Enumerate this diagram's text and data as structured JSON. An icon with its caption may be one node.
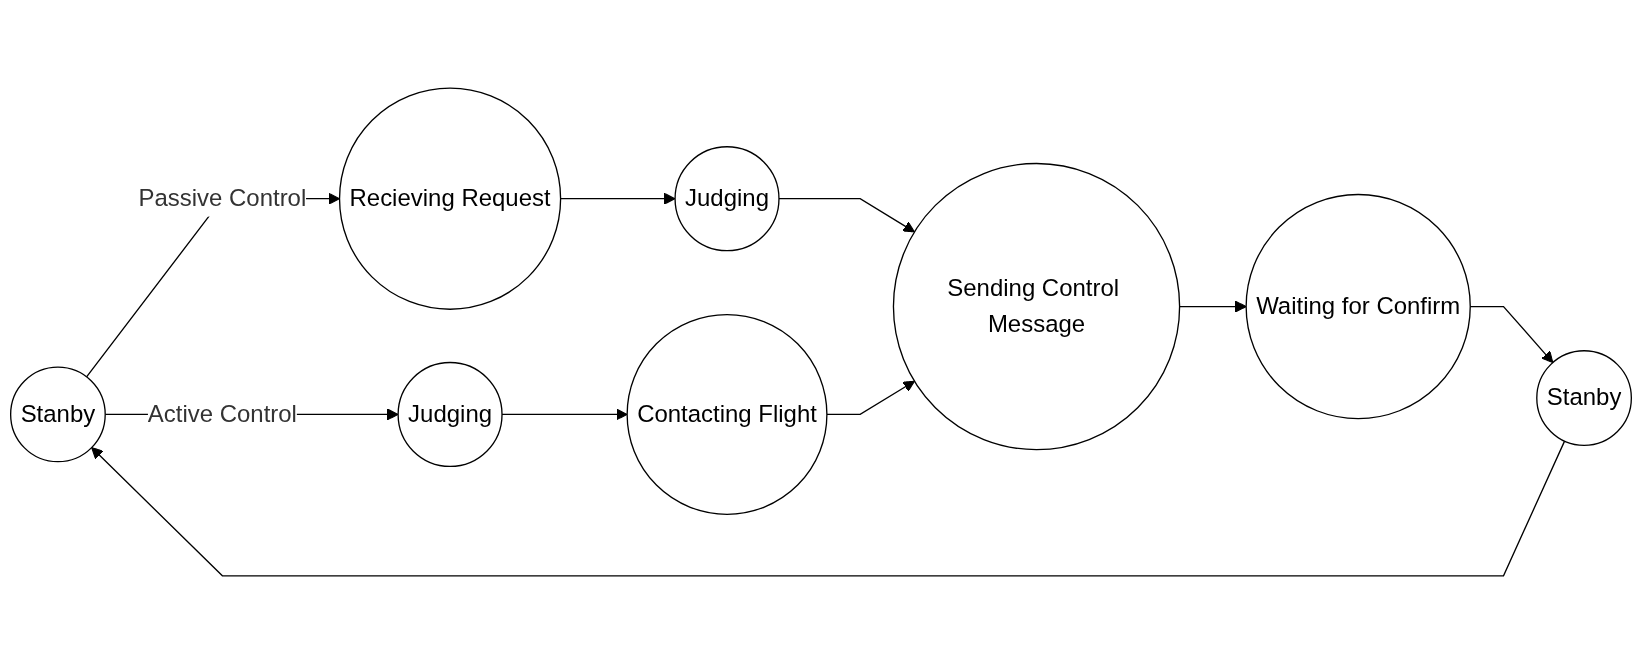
{
  "diagram": {
    "nodes": [
      {
        "text": [
          "Stanby"
        ]
      },
      {
        "text": [
          "Recieving Request"
        ]
      },
      {
        "text": [
          "Judging"
        ]
      },
      {
        "text": [
          "Judging"
        ]
      },
      {
        "text": [
          "Contacting Flight"
        ]
      },
      {
        "text": [
          "Sending Control Message"
        ]
      },
      {
        "text": [
          "Waiting for Confirm"
        ]
      },
      {
        "text": [
          "Stanby"
        ]
      }
    ],
    "edges": [
      {
        "from": 0,
        "to": 1,
        "arrow": "to",
        "label": "Passive Control"
      },
      {
        "from": 0,
        "to": 3,
        "arrow": "to",
        "label": "Active Control"
      },
      {
        "from": 1,
        "to": 2,
        "arrow": "to"
      },
      {
        "from": 2,
        "to": 5,
        "arrow": "to"
      },
      {
        "from": 3,
        "to": 4,
        "arrow": "to"
      },
      {
        "from": 4,
        "to": 5,
        "arrow": "to"
      },
      {
        "from": 5,
        "to": 6,
        "arrow": "to"
      },
      {
        "from": 6,
        "to": 7,
        "arrow": "to"
      },
      {
        "from": 7,
        "to": 0,
        "arrow": "to"
      }
    ]
  }
}
